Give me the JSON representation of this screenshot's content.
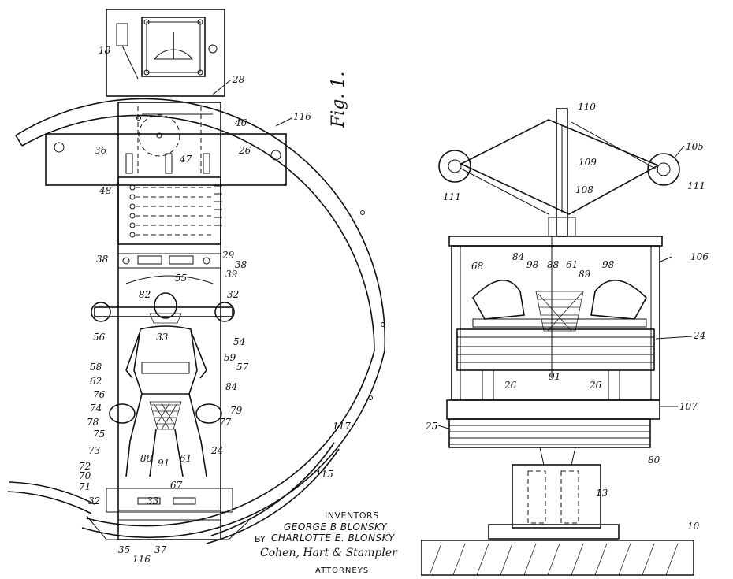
{
  "figure_label": "Fig. 1.",
  "inventors": {
    "heading": "INVENTORS",
    "name_1": "GEORGE B BLONSKY",
    "by": "BY",
    "name_2": "CHARLOTTE E. BLONSKY",
    "signature": "Cohen, Hart & Stampler",
    "attorneys": "ATTORNEYS"
  },
  "left_refs": [
    "18",
    "28",
    "46",
    "116",
    "36",
    "26",
    "47",
    "48",
    "38",
    "29",
    "38",
    "39",
    "55",
    "32",
    "82",
    "33",
    "56",
    "54",
    "57",
    "58",
    "62",
    "59",
    "84",
    "76",
    "74",
    "78",
    "79",
    "77",
    "75",
    "73",
    "72",
    "70",
    "71",
    "24",
    "88",
    "91",
    "61",
    "67",
    "32",
    "33",
    "37",
    "35",
    "116",
    "117",
    "115"
  ],
  "right_refs": [
    "110",
    "105",
    "109",
    "108",
    "111",
    "111",
    "106",
    "68",
    "84",
    "98",
    "88",
    "61",
    "89",
    "98",
    "24",
    "91",
    "26",
    "26",
    "107",
    "25",
    "80",
    "13",
    "10"
  ]
}
